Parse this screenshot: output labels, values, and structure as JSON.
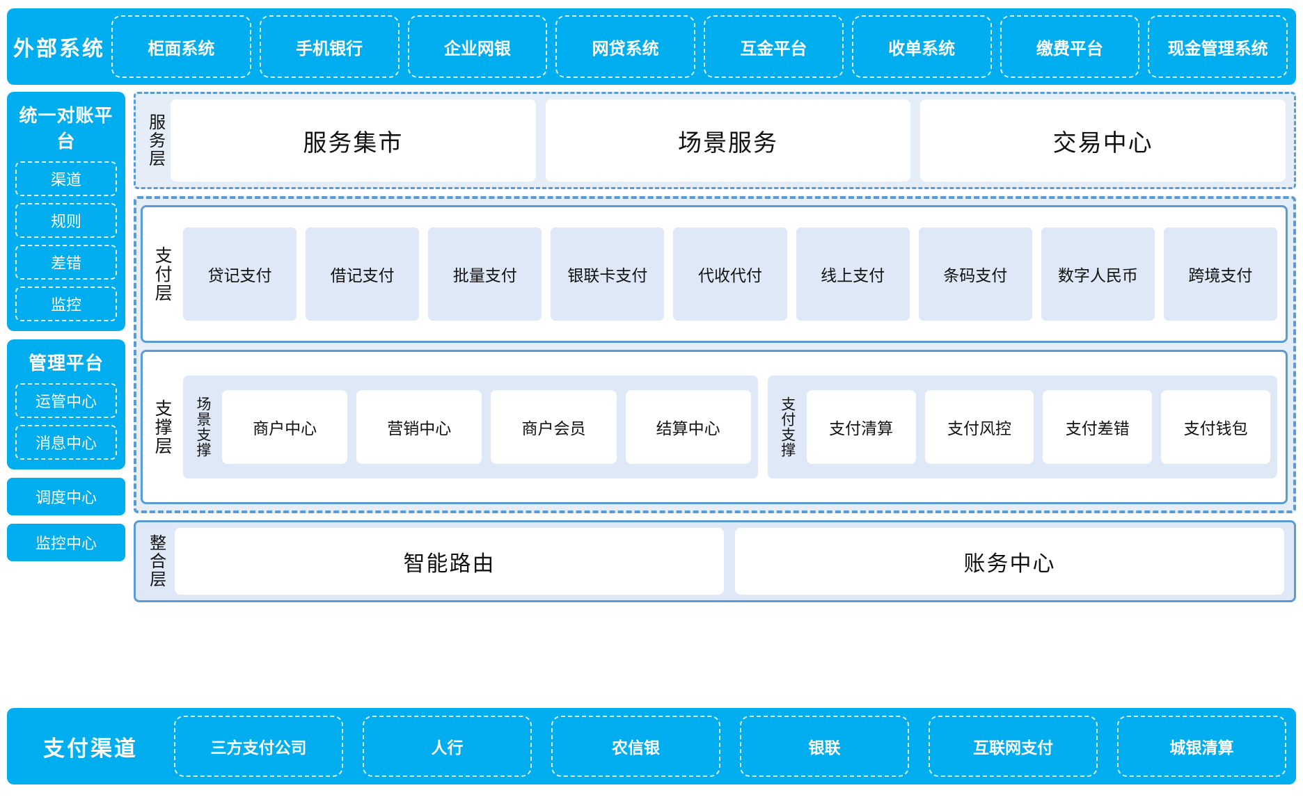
{
  "external": {
    "title": "外部系统",
    "items": [
      "柜面系统",
      "手机银行",
      "企业网银",
      "网贷系统",
      "互金平台",
      "收单系统",
      "缴费平台",
      "现金管理系统"
    ]
  },
  "rail": {
    "reconciliation": {
      "title": "统一对账平台",
      "items": [
        "渠道",
        "规则",
        "差错",
        "监控"
      ]
    },
    "management": {
      "title": "管理平台",
      "items": [
        "运管中心",
        "消息中心"
      ]
    },
    "standalone": [
      "调度中心",
      "监控中心"
    ]
  },
  "service_layer": {
    "label": "服务层",
    "items": [
      "服务集市",
      "场景服务",
      "交易中心"
    ]
  },
  "payment_layer": {
    "label": "支付层",
    "items": [
      "贷记支付",
      "借记支付",
      "批量支付",
      "银联卡支付",
      "代收代付",
      "线上支付",
      "条码支付",
      "数字人民币",
      "跨境支付"
    ]
  },
  "support_layer": {
    "label": "支撑层",
    "groups": [
      {
        "label": "场景支撑",
        "items": [
          "商户中心",
          "营销中心",
          "商户会员",
          "结算中心"
        ]
      },
      {
        "label": "支付支撑",
        "items": [
          "支付清算",
          "支付风控",
          "支付差错",
          "支付钱包"
        ]
      }
    ]
  },
  "integration_layer": {
    "label": "整合层",
    "items": [
      "智能路由",
      "账务中心"
    ]
  },
  "channel": {
    "title": "支付渠道",
    "items": [
      "三方支付公司",
      "人行",
      "农信银",
      "银联",
      "互联网支付",
      "城银清算"
    ]
  },
  "colors": {
    "brand_blue": "#00AEEF",
    "dashed_blue": "#5B9BD5",
    "card_light_blue": "#DEE8F6",
    "panel_bg": "#E4EDF8",
    "white": "#FFFFFF"
  }
}
